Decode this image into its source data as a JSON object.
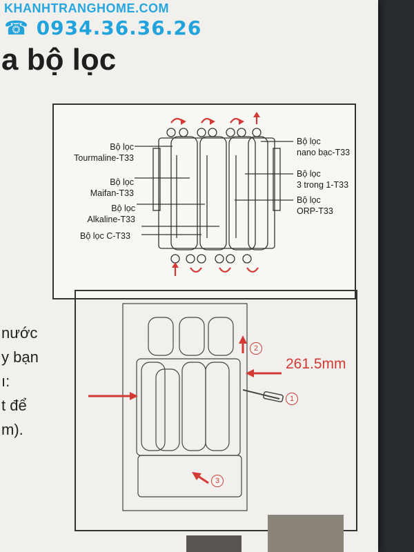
{
  "watermark": {
    "site": "KHANHTRANGHOME.COM",
    "phone_icon": "phone-icon",
    "phone": "0934.36.36.26"
  },
  "heading": "a bộ lọc",
  "diagram_top": {
    "labels": {
      "tourmaline_1": "Bộ lọc",
      "tourmaline_2": "Tourmaline-T33",
      "maifan_1": "Bộ lọc",
      "maifan_2": "Maifan-T33",
      "alkaline_1": "Bộ lọc",
      "alkaline_2": "Alkaline-T33",
      "c": "Bộ lọc C-T33",
      "nano_1": "Bộ lọc",
      "nano_2": "nano bạc-T33",
      "three_1": "Bộ lọc",
      "three_2": "3 trong 1-T33",
      "orp_1": "Bộ lọc",
      "orp_2": "ORP-T33"
    }
  },
  "diagram_bottom": {
    "measurement": "261.5mm",
    "steps": [
      "1",
      "2",
      "3"
    ]
  },
  "side_text": [
    "nước",
    "y bạn",
    "ı:",
    "t để",
    "m)."
  ],
  "colors": {
    "accent_red": "#d23a35",
    "watermark_blue": "#22a3dc",
    "line": "#333333"
  }
}
